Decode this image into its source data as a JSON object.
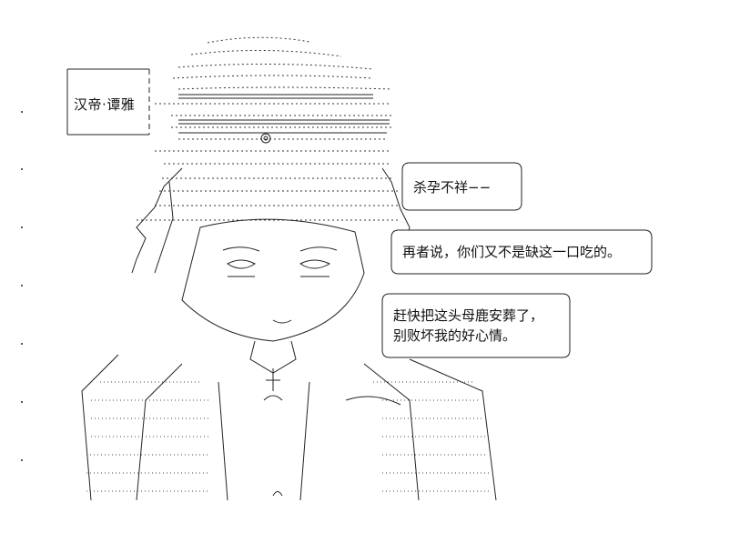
{
  "caption": {
    "name": "汉帝·谭雅"
  },
  "dialogue": [
    {
      "lines": [
        "杀孕不祥−−"
      ]
    },
    {
      "lines": [
        "再者说，你们又不是缺这一口吃的。"
      ]
    },
    {
      "lines": [
        "赶快把这头母鹿安葬了，",
        "别败坏我的好心情。"
      ]
    }
  ],
  "art": {
    "description_icon": "ascii-art-character-icon",
    "stroke": "#333333"
  }
}
